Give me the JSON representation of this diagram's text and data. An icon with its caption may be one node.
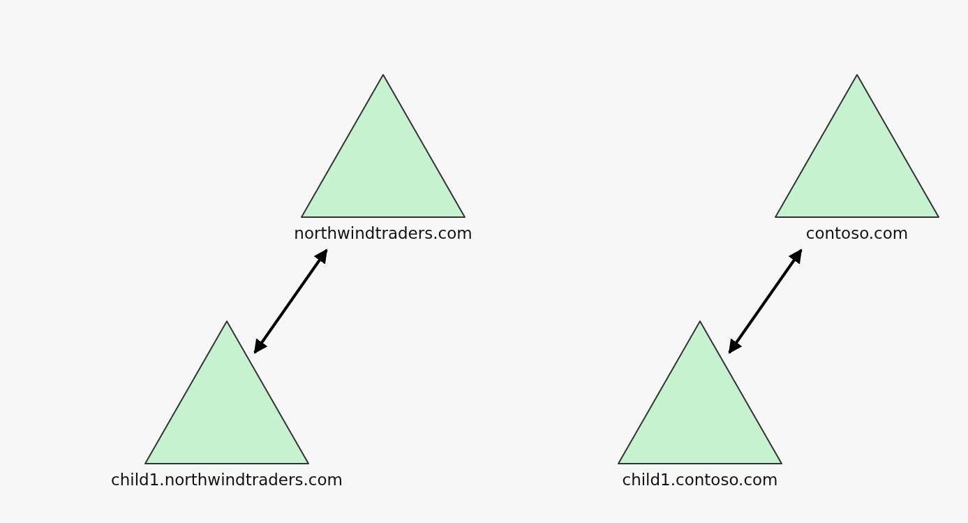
{
  "diagram": {
    "nodes": [
      {
        "text": [
          "northwindtraders.com"
        ]
      },
      {
        "text": [
          "child1.northwindtraders.com"
        ]
      },
      {
        "text": [
          "contoso.com"
        ]
      },
      {
        "text": [
          "child1.contoso.com"
        ]
      }
    ],
    "edges": [
      {
        "from": 1,
        "to": 0,
        "arrow": "both"
      },
      {
        "from": 3,
        "to": 2,
        "arrow": "both"
      }
    ]
  }
}
